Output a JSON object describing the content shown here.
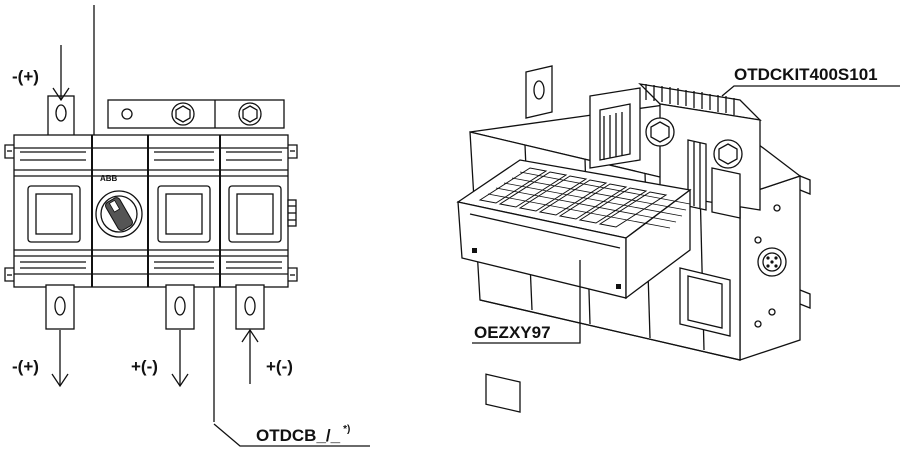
{
  "labels": {
    "pol_top_left": "-(+)",
    "pol_bottom_left": "-(+)",
    "pol_bottom_mid": "+(-)",
    "pol_bottom_right": "+(-)",
    "cable": "OTDCB_/_",
    "cable_sup": "*)",
    "kit": "OTDCKIT400S101",
    "cover": "OEZXY97",
    "brand": "ABB"
  }
}
